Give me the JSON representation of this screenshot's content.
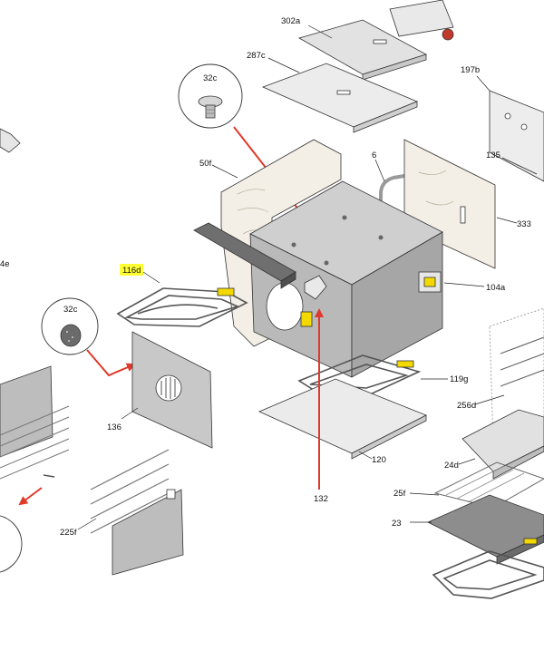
{
  "labels": {
    "l302a": "302a",
    "l287c": "287c",
    "l197b": "197b",
    "l135": "135",
    "l32c_top": "32c",
    "l50f": "50f",
    "l6": "6",
    "l333": "333",
    "l116d": "116d",
    "l104a": "104a",
    "l32c_left": "32c",
    "l119g": "119g",
    "l256d": "256d",
    "l136": "136",
    "l120": "120",
    "l24d": "24d",
    "l132": "132",
    "l25f": "25f",
    "l225f": "225f",
    "l23": "23",
    "l4e": "4e"
  },
  "colors": {
    "arrow": "#e0392b",
    "highlight": "#ffff33",
    "cavity": "#b9b9b9",
    "cavity_dark": "#8d8d8d",
    "panel": "#d8d8d8",
    "insulation": "#f3eee6"
  }
}
